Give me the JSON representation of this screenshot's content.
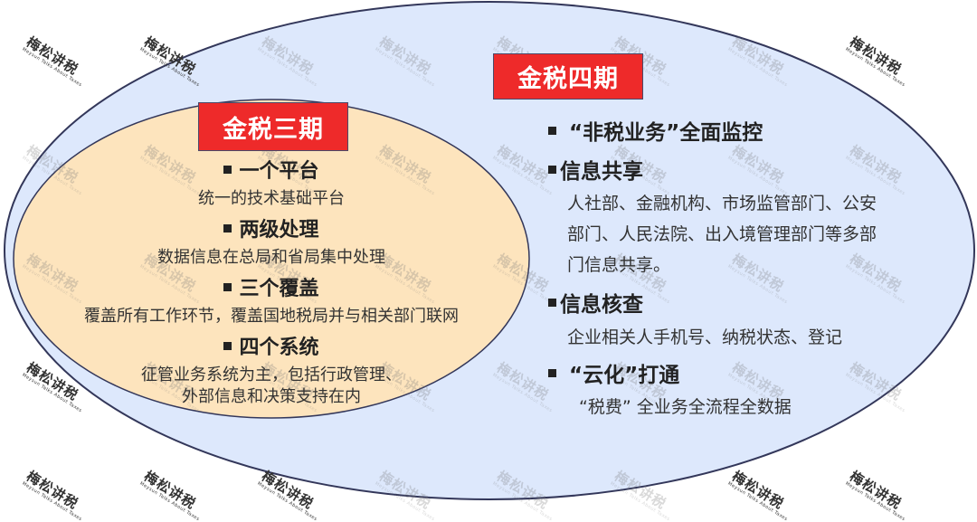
{
  "colors": {
    "outer_fill": "#dde8fc",
    "inner_fill": "#fde4bd",
    "stroke": "#33375a",
    "label_bg": "#ee2a2a",
    "label_text": "#ffffff",
    "text": "#222222"
  },
  "watermark": {
    "text_cn": "梅松讲税",
    "text_en": "Meysun Talks About Taxes"
  },
  "phase3": {
    "title": "金税三期",
    "items": [
      {
        "heading": "一个平台",
        "desc": [
          "统一的技术基础平台"
        ]
      },
      {
        "heading": "两级处理",
        "desc": [
          "数据信息在总局和省局集中处理"
        ]
      },
      {
        "heading": "三个覆盖",
        "desc": [
          "覆盖所有工作环节，覆盖国地税局并与相关部门联网"
        ]
      },
      {
        "heading": "四个系统",
        "desc": [
          "征管业务系统为主，包括行政管理、",
          "外部信息和决策支持在内"
        ]
      }
    ]
  },
  "phase4": {
    "title": "金税四期",
    "items": [
      {
        "heading": "“非税业务”全面监控",
        "desc": []
      },
      {
        "heading": "信息共享",
        "desc": [
          "人社部、金融机构、市场监管部门、公安",
          "部门、人民法院、出入境管理部门等多部",
          "门信息共享。"
        ]
      },
      {
        "heading": "信息核查",
        "desc": [
          "企业相关人手机号、纳税状态、登记"
        ]
      },
      {
        "heading": "“云化”打通",
        "desc": [
          "“税费” 全业务全流程全数据"
        ]
      }
    ]
  }
}
